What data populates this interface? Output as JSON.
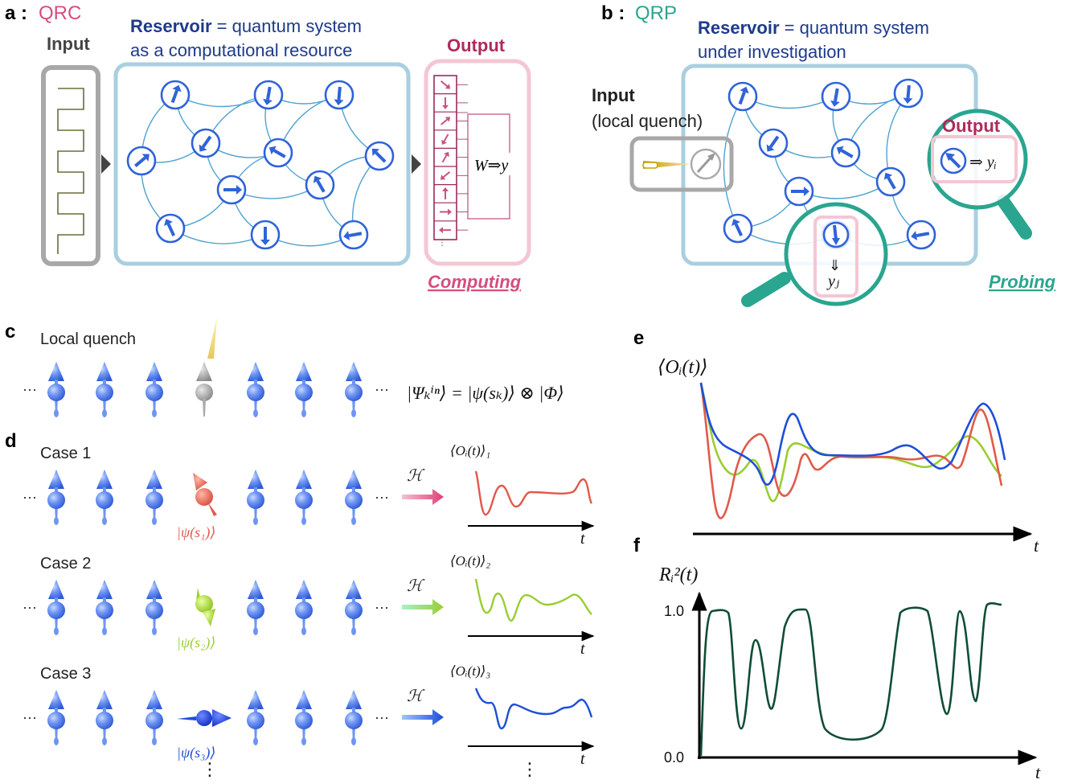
{
  "panel_a": {
    "letter": "a :",
    "tag": "QRC",
    "input_label": "Input",
    "reservoir_bold": "Reservoir",
    "reservoir_rest": " = quantum system",
    "reservoir_line2": "as a computational resource",
    "output_label": "Output",
    "readout": "W⇒y",
    "computing_label": "Computing",
    "dots": "⋮"
  },
  "panel_b": {
    "letter": "b :",
    "tag": "QRP",
    "reservoir_bold": "Reservoir",
    "reservoir_rest": " = quantum system",
    "reservoir_line2": "under investigation",
    "input_label": "Input",
    "input_sub": "(local quench)",
    "output_label": "Output",
    "yi": "⇒ yᵢ",
    "yj_arrow": "⇓",
    "yj": "yⱼ",
    "probing_label": "Probing"
  },
  "panel_c": {
    "letter": "c",
    "title": "Local quench",
    "ellipsis": "···",
    "formula": "|Ψₖⁱⁿ⟩ = |ψ(sₖ)⟩ ⊗ |Φ⟩"
  },
  "panel_d": {
    "letter": "d",
    "ellipsis": "···",
    "hamiltonian": "ℋ",
    "t_label": "t",
    "vdots": "⋮",
    "cases": [
      {
        "name": "Case 1",
        "state": "|ψ(s₁)⟩",
        "obs": "⟨Oᵢ(t)⟩₁",
        "color": "#e05a4a"
      },
      {
        "name": "Case 2",
        "state": "|ψ(s₂)⟩",
        "obs": "⟨Oᵢ(t)⟩₂",
        "color": "#9acd32"
      },
      {
        "name": "Case 3",
        "state": "|ψ(s₃)⟩",
        "obs": "⟨Oᵢ(t)⟩₃",
        "color": "#1d4fd8"
      }
    ]
  },
  "panel_e": {
    "letter": "e",
    "ylabel": "⟨Oᵢ(t)⟩",
    "xlabel": "t"
  },
  "panel_f": {
    "letter": "f",
    "ylabel": "Rᵢ²(t)",
    "xlabel": "t",
    "tick_top": "1.0",
    "tick_bottom": "0.0"
  },
  "colors": {
    "spin_blue": "#2f63d8",
    "link_blue": "#4fa3d1",
    "reservoir_box": "#a9cfe0",
    "output_pink": "#f4c6d3",
    "output_text": "#b02a5c",
    "probe_teal": "#2aa58f",
    "curve_dark_green": "#0f4d33"
  }
}
